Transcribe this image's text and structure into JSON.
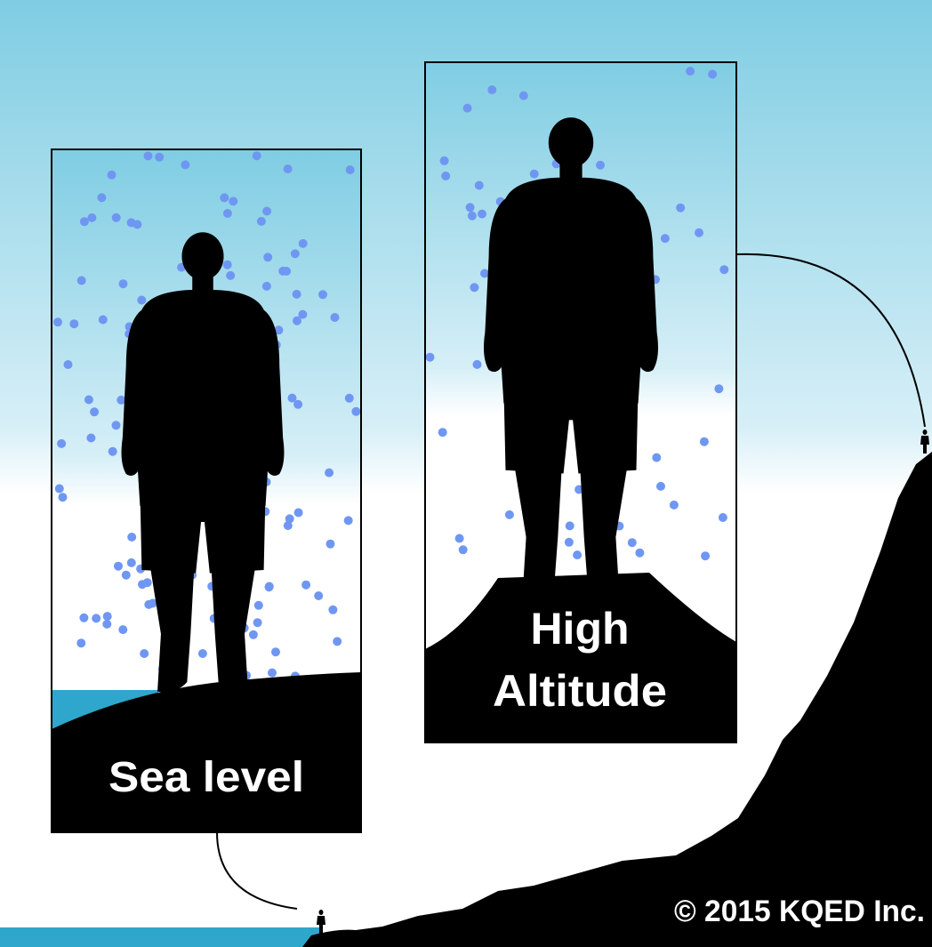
{
  "panels": {
    "sea_level": {
      "label": "Sea level"
    },
    "high_altitude": {
      "label_line1": "High",
      "label_line2": "Altitude"
    }
  },
  "copyright": "© 2015 KQED Inc.",
  "colors": {
    "sky_top": "#7fcde3",
    "sky_bottom": "#ffffff",
    "molecule": "#6f97f2",
    "water": "#2fa6cc",
    "silhouette": "#000000",
    "label_bg": "#000000",
    "label_text": "#ffffff"
  },
  "molecule_count": {
    "sea_level": 140,
    "high_altitude": 60
  }
}
